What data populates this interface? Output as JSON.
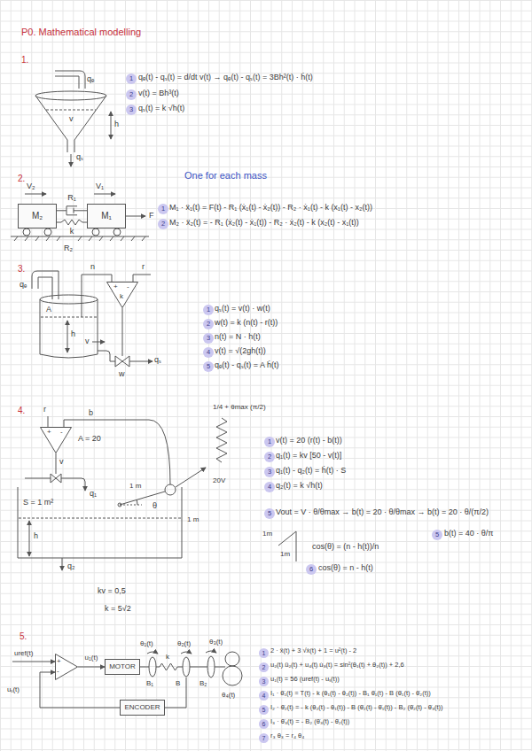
{
  "diagram": {
    "title": "P0. Mathematical modelling",
    "nodes": [
      {
        "text": [
          "1"
        ]
      },
      {
        "text": [
          "2"
        ]
      },
      {
        "text": [
          "3"
        ]
      },
      {
        "text": [
          "M₂"
        ]
      },
      {
        "text": [
          "M₁"
        ]
      },
      {
        "text": [
          "1"
        ]
      },
      {
        "text": [
          "2"
        ]
      },
      {
        "text": [
          "+",
          "-",
          "k"
        ]
      },
      {
        "text": [
          "1"
        ]
      },
      {
        "text": [
          "2"
        ]
      },
      {
        "text": [
          "3"
        ]
      },
      {
        "text": [
          "4"
        ]
      },
      {
        "text": [
          "5"
        ]
      },
      {
        "text": [
          "+",
          "-"
        ]
      },
      {
        "text": [
          "1"
        ]
      },
      {
        "text": [
          "2"
        ]
      },
      {
        "text": [
          "3"
        ]
      },
      {
        "text": [
          "4"
        ]
      },
      {
        "text": [
          "5"
        ]
      },
      {
        "text": [
          "5"
        ]
      },
      {
        "text": [
          "6"
        ]
      },
      {
        "text": [
          "+",
          "-"
        ]
      },
      {
        "text": [
          "MOTOR"
        ]
      },
      {
        "text": [
          "ENCODER"
        ]
      },
      {
        "text": [
          "1"
        ]
      },
      {
        "text": [
          "2"
        ]
      },
      {
        "text": [
          "3"
        ]
      },
      {
        "text": [
          "4"
        ]
      },
      {
        "text": [
          "5"
        ]
      },
      {
        "text": [
          "6"
        ]
      },
      {
        "text": [
          "7"
        ]
      }
    ],
    "edges": [
      {
        "from": 3,
        "to": 4,
        "label": "R₁",
        "arrow": "none"
      },
      {
        "from": 3,
        "to": 4,
        "label": "k",
        "arrow": "none"
      },
      {
        "from": 21,
        "to": 22,
        "label": "u₁(t)",
        "arrow": "to"
      },
      {
        "from": 23,
        "to": 21,
        "label": "uₛ(t)",
        "arrow": "to"
      }
    ],
    "labels": [
      "1.",
      "qₑ",
      "v",
      "h",
      "qₛ",
      "qₑ(t) - qₛ(t) = d/dt v(t) → qₑ(t) - qₛ(t) = 3Bh²(t) · ḣ(t)",
      "v(t) = Bh³(t)",
      "qₛ(t) = k √h(t)",
      "2.",
      "One for each mass",
      "V₂",
      "V₁",
      "F",
      "R₂",
      "M₁ · ẍ₁(t) = F(t) - R₁ (ẋ₁(t) - ẋ₂(t)) - R₂ · ẋ₁(t) - k (x₁(t) - x₂(t))",
      "M₂ · ẍ₂(t) = - R₁ (ẋ₂(t) - ẋ₁(t)) - R₂ · ẋ₂(t) - k (x₂(t) - x₁(t))",
      "3.",
      "qₑ",
      "A",
      "h",
      "n",
      "r",
      "v",
      "w",
      "qₛ",
      "qₛ(t) = v(t) · w(t)",
      "w(t) = k (n(t) - r(t))",
      "n(t) = N · h(t)",
      "v(t) = √(2gh(t))",
      "qₑ(t) - qₛ(t) = A ḣ(t)",
      "4.",
      "r",
      "b",
      "A = 20",
      "v",
      "q₁",
      "S = 1 m²",
      "h",
      "q₂",
      "1 m",
      "θ",
      "1 m",
      "1/4 + θmax (π/2)",
      "20V",
      "kv = 0,5",
      "k = 5√2",
      "v(t) = 20 (r(t) - b(t))",
      "q₁(t) = kv [50 - v(t)]",
      "q₁(t) - q₂(t) = ḣ(t) · S",
      "q₂(t) = k √h(t)",
      "Vout = V · θ/θmax → b(t) = 20 · θ/θmax → b(t) = 20 · θ/(π/2)",
      "1m",
      "1m",
      "cos(θ) = (n - h(t))/n",
      "cos(θ) = n - h(t)",
      "b(t) = 40 · θ/π",
      "5.",
      "uref(t)",
      "θ₁(t)",
      "k",
      "θ₂(t)",
      "θ₃(t)",
      "B₁",
      "B",
      "B₂",
      "θ₄(t)",
      "2 · ẍ(t) + 3 √ẋ(t) + 1 = u²(t) - 2",
      "u₂(t) ü₂(t) + u₄(t) u̇₃(t) = sin²(θ₁(t) + θ₂(t)) + 2,6",
      "u₁(t) = 56 (uref(t) - uₛ(t))",
      "I₁ · θ̈₁(t) = T(t) - k (θ₁(t) - θ₂(t)) - B₁ θ̇₁(t) - B (θ̇₁(t) - θ̇₂(t))",
      "I₂ · θ̈₂(t) = - k (θ₂(t) - θ₁(t)) - B (θ̇₂(t) - θ̇₁(t)) - B₂ (θ̇₂(t) - θ̇₃(t))",
      "I₃ · θ̈₃(t) = - B₂ (θ̇₃(t) - θ̇₂(t))",
      "r₃ θ₃ = r₄ θ₄"
    ]
  }
}
